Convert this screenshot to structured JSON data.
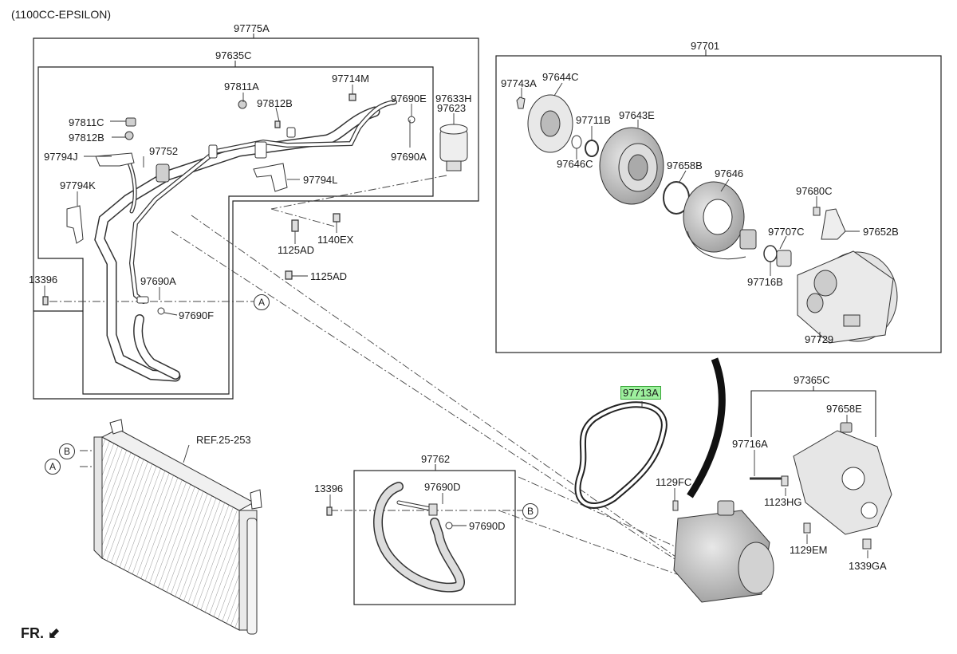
{
  "variant": "(1100CC-EPSILON)",
  "front_marker": "FR.",
  "callouts": {
    "a": "A",
    "b": "B"
  },
  "ref_label": "REF.25-253",
  "highlighted_part": "97713A",
  "parts": {
    "p97775A": "97775A",
    "p97635C": "97635C",
    "p97811A": "97811A",
    "p97812B_a": "97812B",
    "p97714M": "97714M",
    "p97690E": "97690E",
    "p97633H": "97633H",
    "p97623": "97623",
    "p97811C": "97811C",
    "p97812B_b": "97812B",
    "p97794J": "97794J",
    "p97752": "97752",
    "p97690A_a": "97690A",
    "p97794K": "97794K",
    "p97794L": "97794L",
    "p1125AD_a": "1125AD",
    "p1140EX": "1140EX",
    "p1125AD_b": "1125AD",
    "p13396_a": "13396",
    "p97690A_b": "97690A",
    "p97690F": "97690F",
    "p97701": "97701",
    "p97743A": "97743A",
    "p97644C": "97644C",
    "p97711B": "97711B",
    "p97643E": "97643E",
    "p97646C": "97646C",
    "p97658B_a": "97658B",
    "p97646": "97646",
    "p97680C": "97680C",
    "p97707C": "97707C",
    "p97652B": "97652B",
    "p97716B": "97716B",
    "p97729": "97729",
    "p97713A": "97713A",
    "p97365C": "97365C",
    "p97658E": "97658E",
    "p97716A": "97716A",
    "p1123HG": "1123HG",
    "p1129EM": "1129EM",
    "p1339GA": "1339GA",
    "p1129FC": "1129FC",
    "p97762": "97762",
    "p13396_b": "13396",
    "p97690D_a": "97690D",
    "p97690D_b": "97690D"
  }
}
